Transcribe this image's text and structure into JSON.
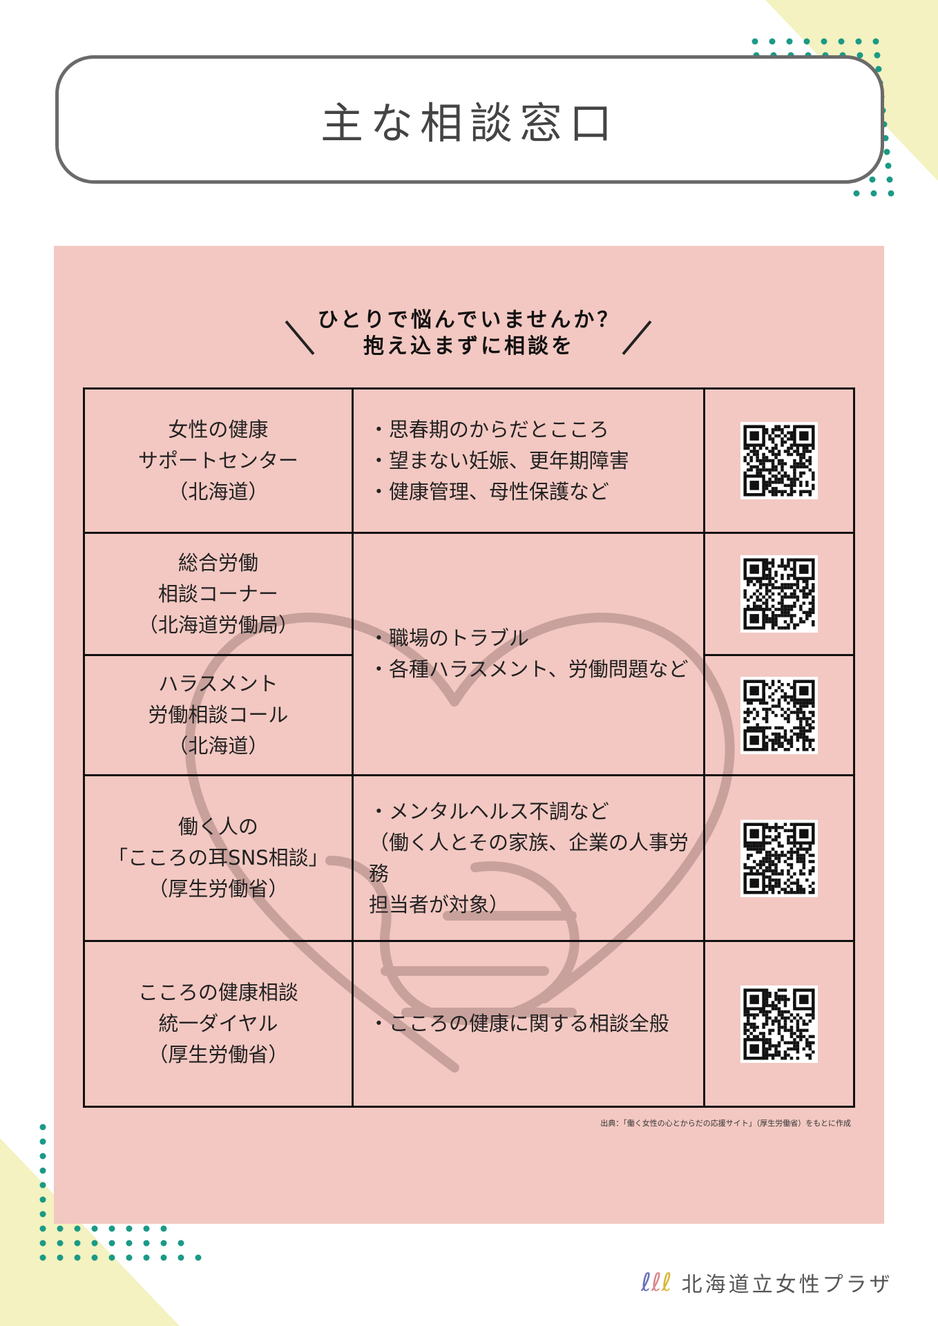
{
  "title": "主な相談窓口",
  "heading": {
    "line1": "ひとりで悩んでいませんか？",
    "line2": "抱え込まずに相談を"
  },
  "rows": [
    {
      "name": [
        "女性の健康",
        "サポートセンター",
        "（北海道）"
      ],
      "desc": [
        "・思春期のからだとこころ",
        "・望まない妊娠、更年期障害",
        "・健康管理、母性保護など"
      ]
    },
    {
      "name": [
        "総合労働",
        "相談コーナー",
        "（北海道労働局）"
      ]
    },
    {
      "name": [
        "ハラスメント",
        "労働相談コール",
        "（北海道）"
      ]
    },
    {
      "name": [
        "働く人の",
        "「こころの耳SNS相談」",
        "（厚生労働省）"
      ],
      "desc": [
        "・メンタルヘルス不調など",
        "（働く人とその家族、企業の人事労務",
        "担当者が対象）"
      ]
    },
    {
      "name": [
        "こころの健康相談",
        "統一ダイヤル",
        "（厚生労働省）"
      ],
      "desc": [
        "・こころの健康に関する相談全般"
      ]
    }
  ],
  "shared_desc": [
    "・職場のトラブル",
    "・各種ハラスメント、労働問題など"
  ],
  "footnote": "出典：「働く女性の心とからだの応援サイト」（厚生労働省）をもとに作成",
  "logo": {
    "text": "北海道立女性プラザ",
    "mark": "ℓℓℓ"
  },
  "colors": {
    "panel": "#f3c8c2",
    "accent_dots": "#1a9a86",
    "triangle": "#f3f2c0"
  }
}
